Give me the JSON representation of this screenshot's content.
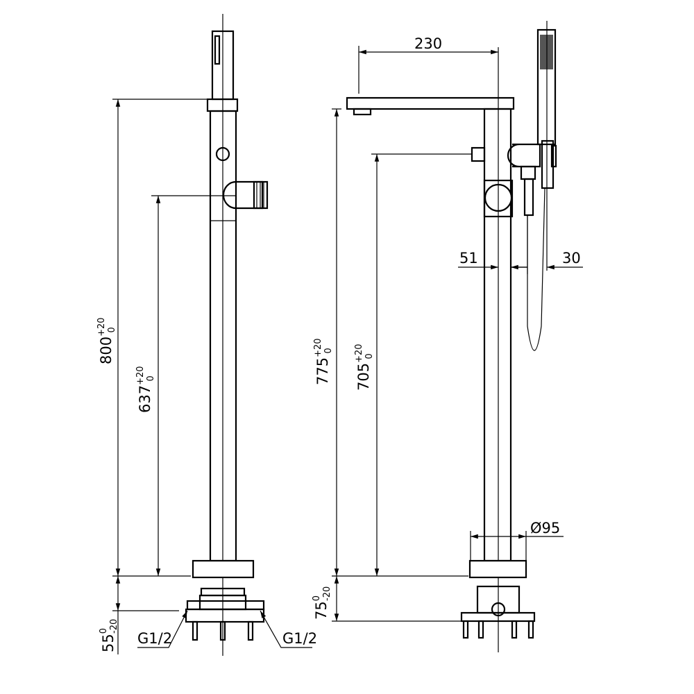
{
  "title": "Freestanding bath mixer dimension drawing",
  "colors": {
    "line": "#000000",
    "background": "#ffffff"
  },
  "dimensions": {
    "spout_reach": "230",
    "pipe_offset": "51",
    "handshower_offset": "30",
    "base_diameter": "Ø95",
    "side_height": {
      "value": "800",
      "upper": "+20",
      "lower": "0"
    },
    "side_outlet_height": {
      "value": "637",
      "upper": "+20",
      "lower": "0"
    },
    "front_height": {
      "value": "775",
      "upper": "+20",
      "lower": "0"
    },
    "front_mixer_height": {
      "value": "705",
      "upper": "+20",
      "lower": "0"
    },
    "side_base_depth": {
      "value": "55",
      "upper": "0",
      "lower": "-20"
    },
    "front_base_depth": {
      "value": "75",
      "upper": "0",
      "lower": "-20"
    }
  },
  "thread_labels": [
    "G1/2",
    "G1/2"
  ]
}
